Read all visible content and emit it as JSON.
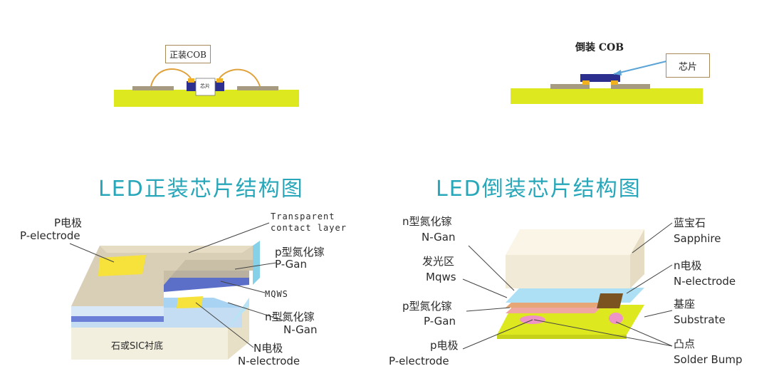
{
  "top_left": {
    "box_label": "正装COB",
    "chip_label": "芯片"
  },
  "top_right": {
    "title": "倒装 COB",
    "box_label": "芯片"
  },
  "left_diagram": {
    "title": "LED正装芯片结构图",
    "labels": {
      "p_electrode_cn": "P电极",
      "p_electrode_en": "P-electrode",
      "transparent_1": "Transparent",
      "transparent_2": "contact layer",
      "p_gan_cn": "p型氮化镓",
      "p_gan_en": "P-Gan",
      "mqws": "MQWS",
      "n_gan_cn": "n型氮化镓",
      "n_gan_en": "N-Gan",
      "n_electrode_cn": "N电极",
      "n_electrode_en": "N-electrode",
      "substrate": "石或SIC衬底"
    }
  },
  "right_diagram": {
    "title": "LED倒装芯片结构图",
    "labels": {
      "n_gan_cn": "n型氮化镓",
      "n_gan_en": "N-Gan",
      "mqws_cn": "发光区",
      "mqws_en": "Mqws",
      "p_gan_cn": "p型氮化镓",
      "p_gan_en": "P-Gan",
      "p_electrode_cn": "p电极",
      "p_electrode_en": "P-electrode",
      "sapphire_cn": "蓝宝石",
      "sapphire_en": "Sapphire",
      "n_electrode_cn": "n电极",
      "n_electrode_en": "N-electrode",
      "substrate_cn": "基座",
      "substrate_en": "Substrate",
      "bump_cn": "凸点",
      "bump_en": "Solder Bump"
    }
  },
  "colors": {
    "board": "#dde91e",
    "pad": "#a69a80",
    "chip": "#2d2f8e",
    "gold": "#f2b21e",
    "wire": "#e0a23c",
    "title": "#27a7b9",
    "sapphire": "#f1ead6",
    "ngan": "#aee0f5",
    "mqws": "#e7a676",
    "pgan": "#f1a7a1",
    "bump": "#ee93c5",
    "electrode": "#7b5320"
  }
}
